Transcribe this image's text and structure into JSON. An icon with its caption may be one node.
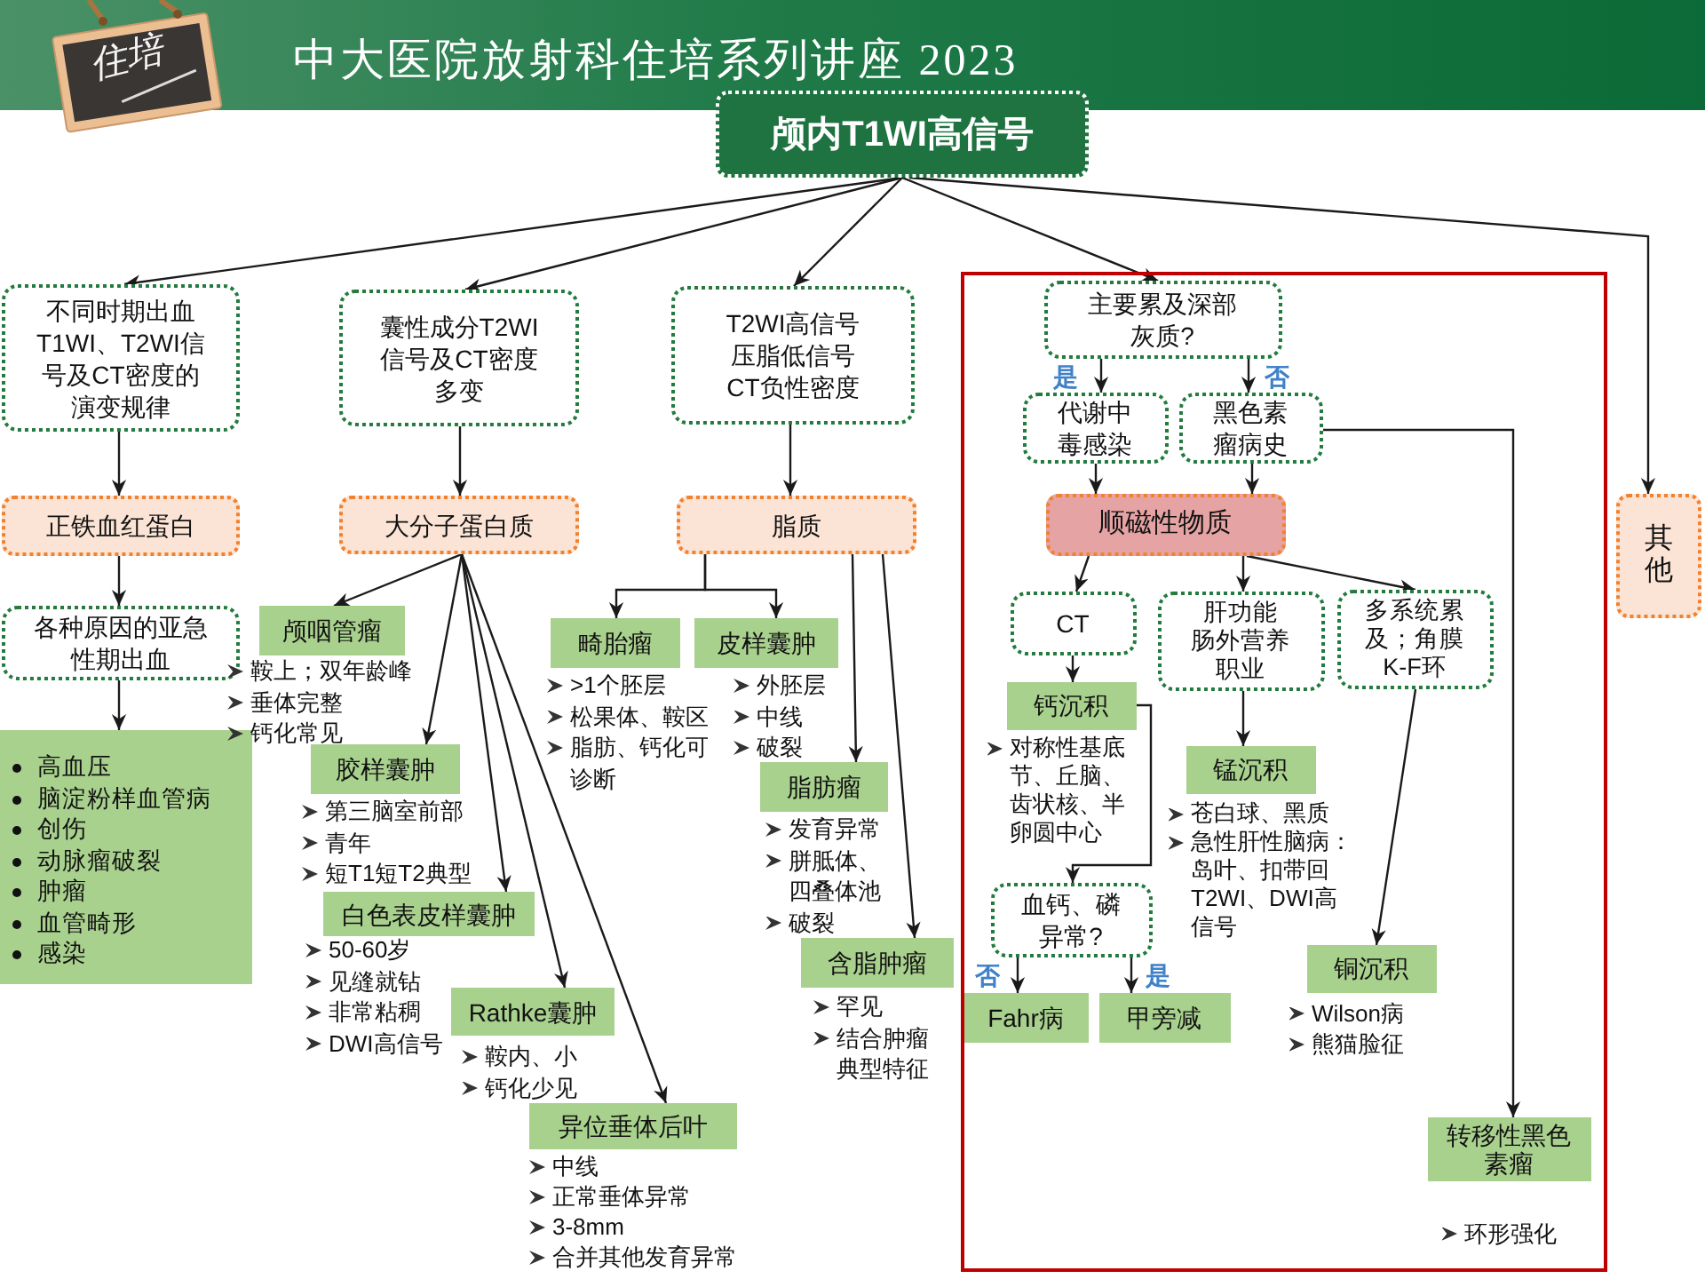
{
  "diagram": {
    "title": "中大医院放射科住培系列讲座 2023",
    "nodes": [
      {
        "text": [
          "颅内T1WI高信号"
        ]
      },
      {
        "text": [
          "不同时期出血T1WI、T2WI信号及CT密度的演变规律"
        ]
      },
      {
        "text": [
          "囊性成分T2WI信号及CT密度多变"
        ]
      },
      {
        "text": [
          "T2WI高信号压脂低信号CT负性密度"
        ]
      },
      {
        "text": [],
        "shape": "box"
      },
      {
        "text": [
          "主要累及深部灰质?"
        ],
        "in": 4
      },
      {
        "text": [
          "代谢中毒感染"
        ],
        "in": 4
      },
      {
        "text": [
          "黑色素瘤病史"
        ],
        "in": 4
      },
      {
        "text": [
          "其他"
        ]
      },
      {
        "text": [
          "正铁血红蛋白"
        ]
      },
      {
        "text": [
          "大分子蛋白质"
        ]
      },
      {
        "text": [
          "脂质"
        ]
      },
      {
        "text": [
          "顺磁性物质"
        ],
        "in": 4
      },
      {
        "text": [
          "各种原因的亚急性期出血"
        ]
      },
      {
        "text": [
          "颅咽管瘤"
        ],
        "beside": [
          "鞍上；双年龄峰",
          "垂体完整",
          "钙化常见"
        ]
      },
      {
        "text": [
          "畸胎瘤"
        ],
        "beside": [
          ">1个胚层",
          "松果体、鞍区",
          "脂肪、钙化可诊断"
        ]
      },
      {
        "text": [
          "皮样囊肿"
        ],
        "beside": [
          "外胚层",
          "中线",
          "破裂"
        ]
      },
      {
        "text": [
          "CT"
        ],
        "in": 4
      },
      {
        "text": [
          "肝功能",
          "肠外营养",
          "职业"
        ],
        "in": 4
      },
      {
        "text": [
          "多系统累及；角膜K-F环"
        ],
        "in": 4
      },
      {
        "text": [
          "钙沉积"
        ],
        "in": 4,
        "beside": [
          "对称性基底节、丘脑、齿状核、半卵圆中心"
        ]
      },
      {
        "text": [
          "胶样囊肿"
        ],
        "beside": [
          "第三脑室前部",
          "青年",
          "短T1短T2典型"
        ]
      },
      {
        "text": [
          "高血压",
          "脑淀粉样血管病",
          "创伤",
          "动脉瘤破裂",
          "肿瘤",
          "血管畸形",
          "感染"
        ]
      },
      {
        "text": [
          "锰沉积"
        ],
        "in": 4,
        "beside": [
          "苍白球、黑质",
          "急性肝性脑病：岛叶、扣带回T2WI、DWI高信号"
        ]
      },
      {
        "text": [
          "脂肪瘤"
        ],
        "beside": [
          "发育异常",
          "胼胝体、四叠体池",
          "破裂"
        ]
      },
      {
        "text": [
          "血钙、磷异常?"
        ],
        "in": 4
      },
      {
        "text": [
          "白色表皮样囊肿"
        ],
        "beside": [
          "50-60岁",
          "见缝就钻",
          "非常粘稠",
          "DWI高信号"
        ]
      },
      {
        "text": [
          "铜沉积"
        ],
        "in": 4,
        "beside": [
          "Wilson病",
          "熊猫脸征"
        ]
      },
      {
        "text": [
          "含脂肿瘤"
        ],
        "beside": [
          "罕见",
          "结合肿瘤典型特征"
        ]
      },
      {
        "text": [
          "Rathke囊肿"
        ],
        "beside": [
          "鞍内、小",
          "钙化少见"
        ]
      },
      {
        "text": [
          "Fahr病"
        ],
        "in": 4
      },
      {
        "text": [
          "甲旁减"
        ],
        "in": 4
      },
      {
        "text": [
          "异位垂体后叶"
        ],
        "beside": [
          "中线",
          "正常垂体异常",
          "3-8mm",
          "合并其他发育异常"
        ]
      },
      {
        "text": [
          "转移性黑色素瘤"
        ],
        "in": 4,
        "beside": [
          "环形强化"
        ]
      }
    ],
    "edges": [
      {
        "from": 0,
        "to": 1,
        "arrow": "to"
      },
      {
        "from": 0,
        "to": 2,
        "arrow": "to"
      },
      {
        "from": 0,
        "to": 3,
        "arrow": "to"
      },
      {
        "from": 0,
        "to": 5,
        "arrow": "to"
      },
      {
        "from": 0,
        "to": 8,
        "arrow": "to"
      },
      {
        "from": 1,
        "to": 9,
        "arrow": "to"
      },
      {
        "from": 2,
        "to": 10,
        "arrow": "to"
      },
      {
        "from": 3,
        "to": 11,
        "arrow": "to"
      },
      {
        "from": 5,
        "to": 6,
        "arrow": "to",
        "label": "是"
      },
      {
        "from": 5,
        "to": 7,
        "arrow": "to",
        "label": "否"
      },
      {
        "from": 6,
        "to": 12,
        "arrow": "to"
      },
      {
        "from": 7,
        "to": 12,
        "arrow": "to"
      },
      {
        "from": 7,
        "to": 33,
        "arrow": "to"
      },
      {
        "from": 9,
        "to": 13,
        "arrow": "to"
      },
      {
        "from": 13,
        "to": 22,
        "arrow": "to"
      },
      {
        "from": 10,
        "to": 14,
        "arrow": "to"
      },
      {
        "from": 10,
        "to": 21,
        "arrow": "to"
      },
      {
        "from": 10,
        "to": 26,
        "arrow": "to"
      },
      {
        "from": 10,
        "to": 29,
        "arrow": "to"
      },
      {
        "from": 10,
        "to": 32,
        "arrow": "to"
      },
      {
        "from": 11,
        "to": 15,
        "arrow": "to"
      },
      {
        "from": 11,
        "to": 16,
        "arrow": "to"
      },
      {
        "from": 11,
        "to": 24,
        "arrow": "to"
      },
      {
        "from": 11,
        "to": 28,
        "arrow": "to"
      },
      {
        "from": 12,
        "to": 17,
        "arrow": "to"
      },
      {
        "from": 12,
        "to": 18,
        "arrow": "to"
      },
      {
        "from": 12,
        "to": 19,
        "arrow": "to"
      },
      {
        "from": 17,
        "to": 20,
        "arrow": "to"
      },
      {
        "from": 18,
        "to": 23,
        "arrow": "to"
      },
      {
        "from": 19,
        "to": 27,
        "arrow": "to"
      },
      {
        "from": 20,
        "to": 25,
        "arrow": "to"
      },
      {
        "from": 25,
        "to": 30,
        "arrow": "to",
        "label": "否"
      },
      {
        "from": 25,
        "to": 31,
        "arrow": "to",
        "label": "是"
      }
    ],
    "labels": [
      "住培"
    ]
  }
}
